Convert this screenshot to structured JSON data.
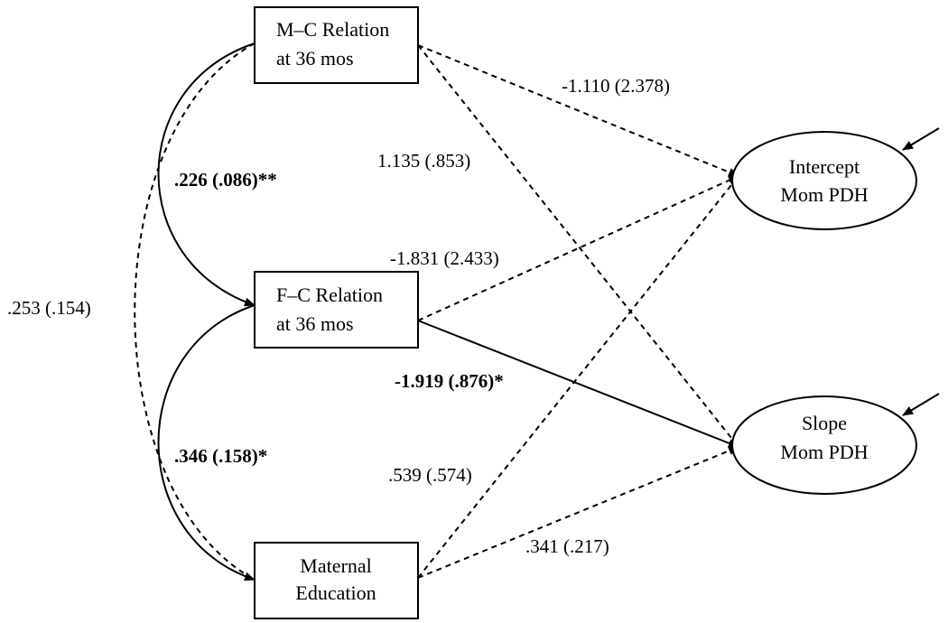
{
  "nodes": {
    "mc": {
      "line1": "M–C Relation",
      "line2": "at 36 mos"
    },
    "fc": {
      "line1": "F–C Relation",
      "line2": "at 36 mos"
    },
    "me": {
      "line1": "Maternal",
      "line2": "Education"
    },
    "intercept": {
      "line1": "Intercept",
      "line2": "Mom PDH"
    },
    "slope": {
      "line1": "Slope",
      "line2": "Mom PDH"
    }
  },
  "paths": {
    "mc_intercept": "-1.110 (2.378)",
    "mc_slope": "1.135 (.853)",
    "fc_intercept": "-1.831 (2.433)",
    "fc_slope": "-1.919 (.876)*",
    "me_intercept": ".539 (.574)",
    "me_slope": ".341 (.217)"
  },
  "covariances": {
    "mc_fc": ".226 (.086)**",
    "fc_me": ".346 (.158)*",
    "mc_me": ".253 (.154)"
  }
}
